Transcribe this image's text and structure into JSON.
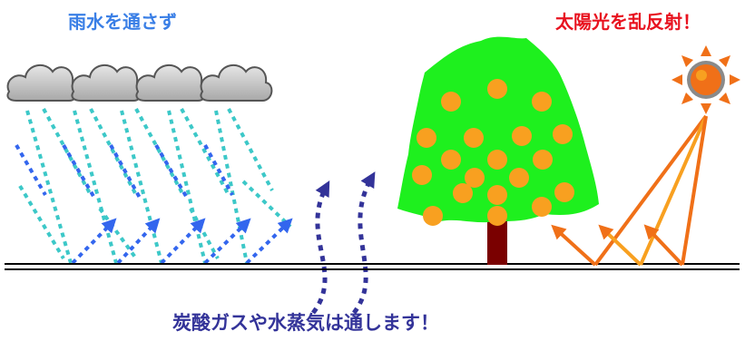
{
  "labels": {
    "rain": "雨水を通さず",
    "sun": "太陽光を乱反射！",
    "gas": "炭酸ガスや水蒸気は通します！"
  },
  "colors": {
    "rain_label": "#3a7fe6",
    "sun_label": "#e8121f",
    "gas_label": "#333399",
    "rain_drop": "#3cc8c8",
    "rain_splash": "#3366ee",
    "vapor_arrow": "#333399",
    "tree_foliage": "#1ef01e",
    "fruit": "#f8a020",
    "trunk": "#7a0000",
    "sun_ray_dark": "#f07018",
    "sun_ray_light": "#f8a020",
    "ground": "#000000",
    "cloud": "#c8c8c8"
  },
  "icons": [
    "cloud-icon",
    "sun-icon",
    "tree-icon"
  ]
}
